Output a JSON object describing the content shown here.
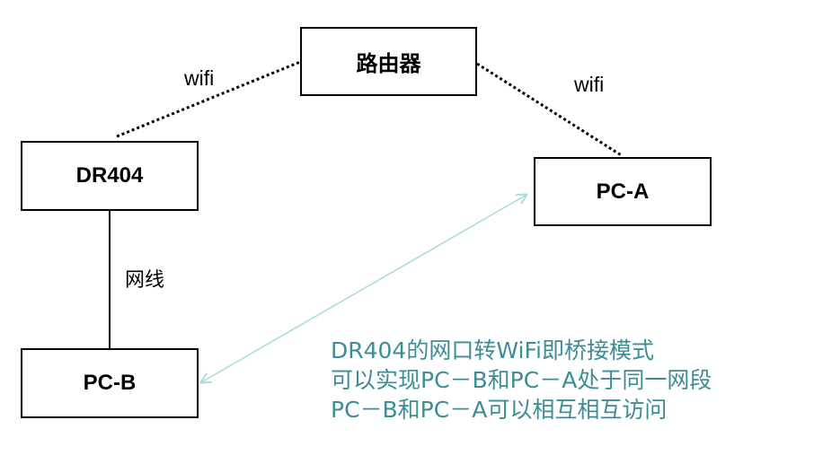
{
  "nodes": {
    "router": "路由器",
    "dr404": "DR404",
    "pc_a": "PC-A",
    "pc_b": "PC-B"
  },
  "links": {
    "router_dr404": "wifi",
    "router_pc_a": "wifi",
    "dr404_pc_b": "网线"
  },
  "note": {
    "line1": "DR404的网口转WiFi即桥接模式",
    "line2": "可以实现PC－B和PC－A处于同一网段",
    "line3": "PC－B和PC－A可以相互相互访问"
  },
  "colors": {
    "note_text": "#3e8c95",
    "bidirectional_arrow": "#a8d8e0",
    "border": "#000000"
  }
}
